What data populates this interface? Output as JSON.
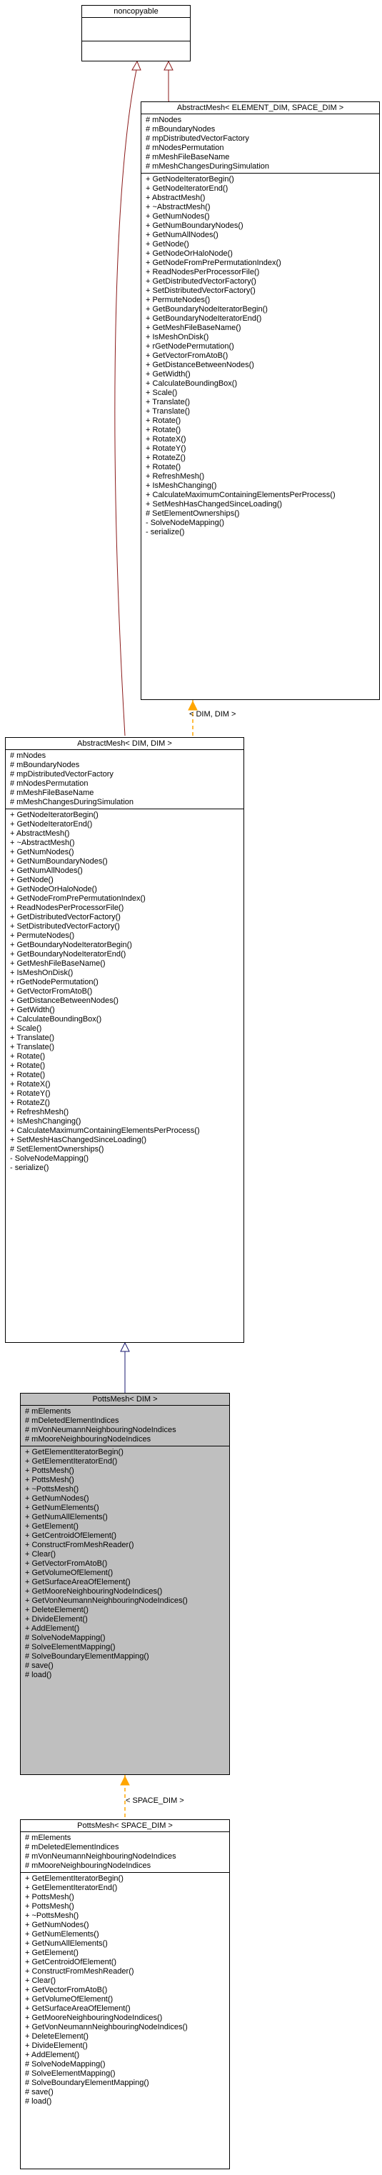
{
  "nodes": {
    "noncopyable": {
      "title": "noncopyable"
    },
    "abstract_mesh_elem": {
      "title": "AbstractMesh< ELEMENT_DIM, SPACE_DIM >",
      "attributes": [
        "# mNodes",
        "# mBoundaryNodes",
        "# mpDistributedVectorFactory",
        "# mNodesPermutation",
        "# mMeshFileBaseName",
        "# mMeshChangesDuringSimulation"
      ],
      "methods": [
        "+ GetNodeIteratorBegin()",
        "+ GetNodeIteratorEnd()",
        "+ AbstractMesh()",
        "+ ~AbstractMesh()",
        "+ GetNumNodes()",
        "+ GetNumBoundaryNodes()",
        "+ GetNumAllNodes()",
        "+ GetNode()",
        "+ GetNodeOrHaloNode()",
        "+ GetNodeFromPrePermutationIndex()",
        "+ ReadNodesPerProcessorFile()",
        "+ GetDistributedVectorFactory()",
        "+ SetDistributedVectorFactory()",
        "+ PermuteNodes()",
        "+ GetBoundaryNodeIteratorBegin()",
        "+ GetBoundaryNodeIteratorEnd()",
        "+ GetMeshFileBaseName()",
        "+ IsMeshOnDisk()",
        "+ rGetNodePermutation()",
        "+ GetVectorFromAtoB()",
        "+ GetDistanceBetweenNodes()",
        "+ GetWidth()",
        "+ CalculateBoundingBox()",
        "+ Scale()",
        "+ Translate()",
        "+ Translate()",
        "+ Rotate()",
        "+ Rotate()",
        "+ RotateX()",
        "+ RotateY()",
        "+ RotateZ()",
        "+ Rotate()",
        "+ RefreshMesh()",
        "+ IsMeshChanging()",
        "+ CalculateMaximumContainingElementsPerProcess()",
        "+ SetMeshHasChangedSinceLoading()",
        "# SetElementOwnerships()",
        "- SolveNodeMapping()",
        "- serialize()"
      ]
    },
    "abstract_mesh_dim": {
      "title": "AbstractMesh< DIM, DIM >",
      "attributes": [
        "# mNodes",
        "# mBoundaryNodes",
        "# mpDistributedVectorFactory",
        "# mNodesPermutation",
        "# mMeshFileBaseName",
        "# mMeshChangesDuringSimulation"
      ],
      "methods": [
        "+ GetNodeIteratorBegin()",
        "+ GetNodeIteratorEnd()",
        "+ AbstractMesh()",
        "+ ~AbstractMesh()",
        "+ GetNumNodes()",
        "+ GetNumBoundaryNodes()",
        "+ GetNumAllNodes()",
        "+ GetNode()",
        "+ GetNodeOrHaloNode()",
        "+ GetNodeFromPrePermutationIndex()",
        "+ ReadNodesPerProcessorFile()",
        "+ GetDistributedVectorFactory()",
        "+ SetDistributedVectorFactory()",
        "+ PermuteNodes()",
        "+ GetBoundaryNodeIteratorBegin()",
        "+ GetBoundaryNodeIteratorEnd()",
        "+ GetMeshFileBaseName()",
        "+ IsMeshOnDisk()",
        "+ rGetNodePermutation()",
        "+ GetVectorFromAtoB()",
        "+ GetDistanceBetweenNodes()",
        "+ GetWidth()",
        "+ CalculateBoundingBox()",
        "+ Scale()",
        "+ Translate()",
        "+ Translate()",
        "+ Rotate()",
        "+ Rotate()",
        "+ Rotate()",
        "+ RotateX()",
        "+ RotateY()",
        "+ RotateZ()",
        "+ RefreshMesh()",
        "+ IsMeshChanging()",
        "+ CalculateMaximumContainingElementsPerProcess()",
        "+ SetMeshHasChangedSinceLoading()",
        "# SetElementOwnerships()",
        "- SolveNodeMapping()",
        "- serialize()"
      ]
    },
    "potts_mesh_dim": {
      "title": "PottsMesh< DIM >",
      "attributes": [
        "# mElements",
        "# mDeletedElementIndices",
        "# mVonNeumannNeighbouringNodeIndices",
        "# mMooreNeighbouringNodeIndices"
      ],
      "methods": [
        "+ GetElementIteratorBegin()",
        "+ GetElementIteratorEnd()",
        "+ PottsMesh()",
        "+ PottsMesh()",
        "+ ~PottsMesh()",
        "+ GetNumNodes()",
        "+ GetNumElements()",
        "+ GetNumAllElements()",
        "+ GetElement()",
        "+ GetCentroidOfElement()",
        "+ ConstructFromMeshReader()",
        "+ Clear()",
        "+ GetVectorFromAtoB()",
        "+ GetVolumeOfElement()",
        "+ GetSurfaceAreaOfElement()",
        "+ GetMooreNeighbouringNodeIndices()",
        "+ GetVonNeumannNeighbouringNodeIndices()",
        "+ DeleteElement()",
        "+ DivideElement()",
        "+ AddElement()",
        "# SolveNodeMapping()",
        "# SolveElementMapping()",
        "# SolveBoundaryElementMapping()",
        "# save()",
        "# load()"
      ]
    },
    "potts_mesh_space": {
      "title": "PottsMesh< SPACE_DIM >",
      "attributes": [
        "# mElements",
        "# mDeletedElementIndices",
        "# mVonNeumannNeighbouringNodeIndices",
        "# mMooreNeighbouringNodeIndices"
      ],
      "methods": [
        "+ GetElementIteratorBegin()",
        "+ GetElementIteratorEnd()",
        "+ PottsMesh()",
        "+ PottsMesh()",
        "+ ~PottsMesh()",
        "+ GetNumNodes()",
        "+ GetNumElements()",
        "+ GetNumAllElements()",
        "+ GetElement()",
        "+ GetCentroidOfElement()",
        "+ ConstructFromMeshReader()",
        "+ Clear()",
        "+ GetVectorFromAtoB()",
        "+ GetVolumeOfElement()",
        "+ GetSurfaceAreaOfElement()",
        "+ GetMooreNeighbouringNodeIndices()",
        "+ GetVonNeumannNeighbouringNodeIndices()",
        "+ DeleteElement()",
        "+ DivideElement()",
        "+ AddElement()",
        "# SolveNodeMapping()",
        "# SolveElementMapping()",
        "# SolveBoundaryElementMapping()",
        "# save()",
        "# load()"
      ]
    }
  },
  "edge_labels": {
    "dim_dim": "< DIM, DIM >",
    "space_dim": "< SPACE_DIM >"
  },
  "colors": {
    "inheritance_public": "#191970",
    "inheritance_private": "#8b1a1a",
    "template_instance": "#ffa500",
    "highlight_fill": "#bfbfbf"
  }
}
